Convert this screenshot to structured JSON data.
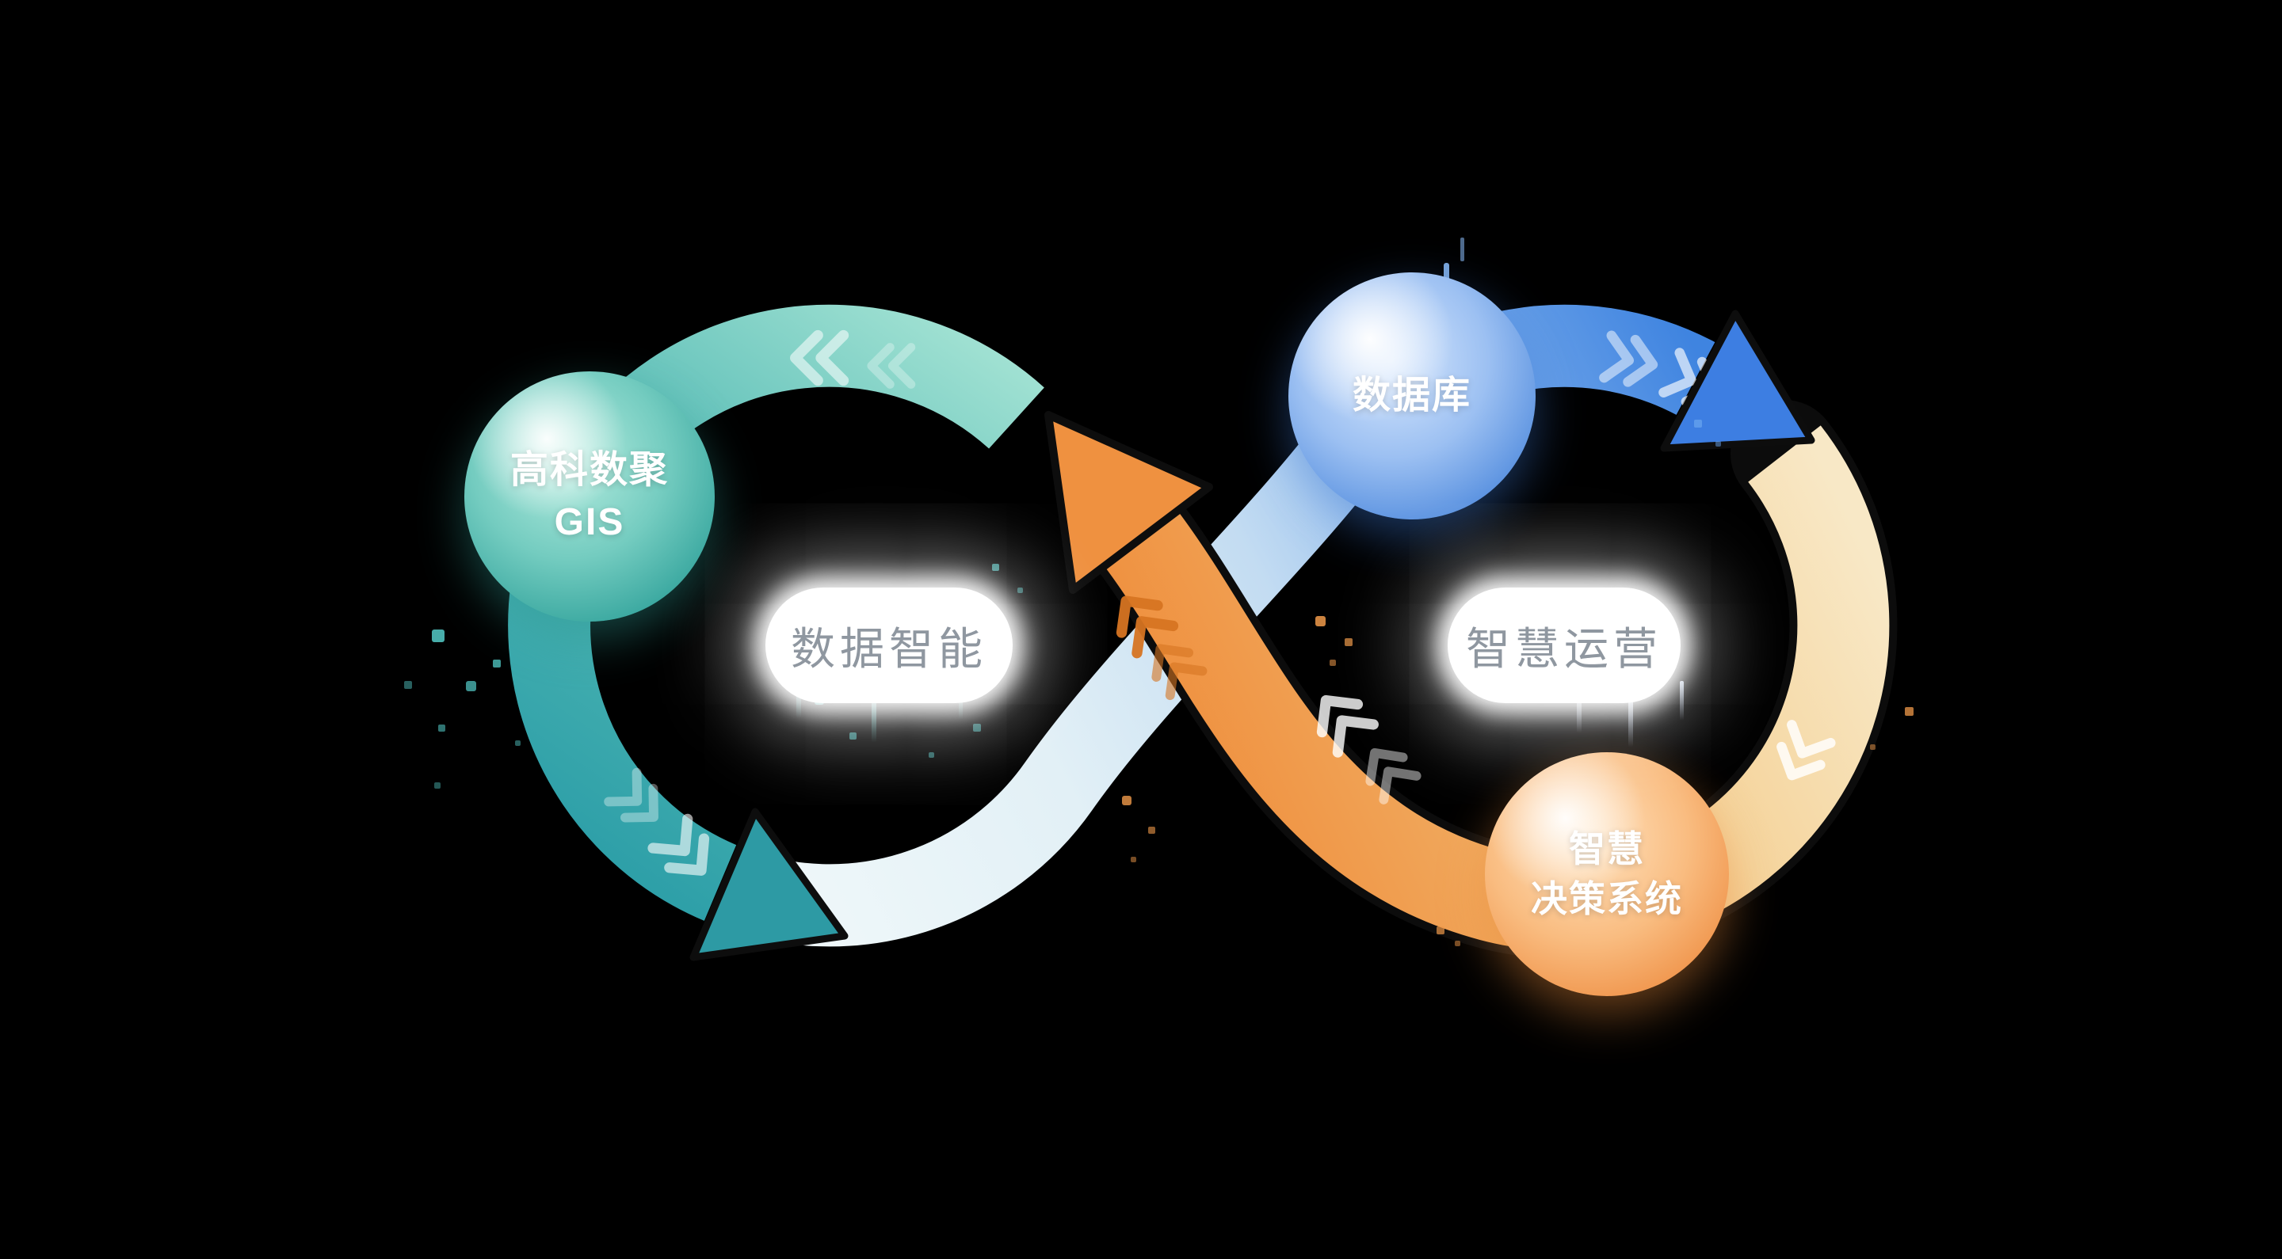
{
  "diagram": {
    "background_color": "#000000",
    "spheres": {
      "gis": {
        "line1": "高科数聚",
        "line2": "GIS",
        "color": "#36a49c"
      },
      "database": {
        "label": "数据库",
        "color": "#4a89e0"
      },
      "decision": {
        "line1": "智慧",
        "line2": "决策系统",
        "color": "#ef9040"
      }
    },
    "loop_labels": {
      "left": {
        "text": "数据智能",
        "text_color": "#8f97a0"
      },
      "right": {
        "text": "智慧运营",
        "text_color": "#8f97a0"
      }
    },
    "palette": {
      "teal": "#2d9fa8",
      "teal_light": "#9fe0d2",
      "pale_blue": "#eaf4f8",
      "blue": "#3f84e0",
      "tan": "#f7e4bc",
      "orange": "#ef9140",
      "label_text": "#8f97a0"
    },
    "icons": {
      "chevron": "»"
    }
  }
}
